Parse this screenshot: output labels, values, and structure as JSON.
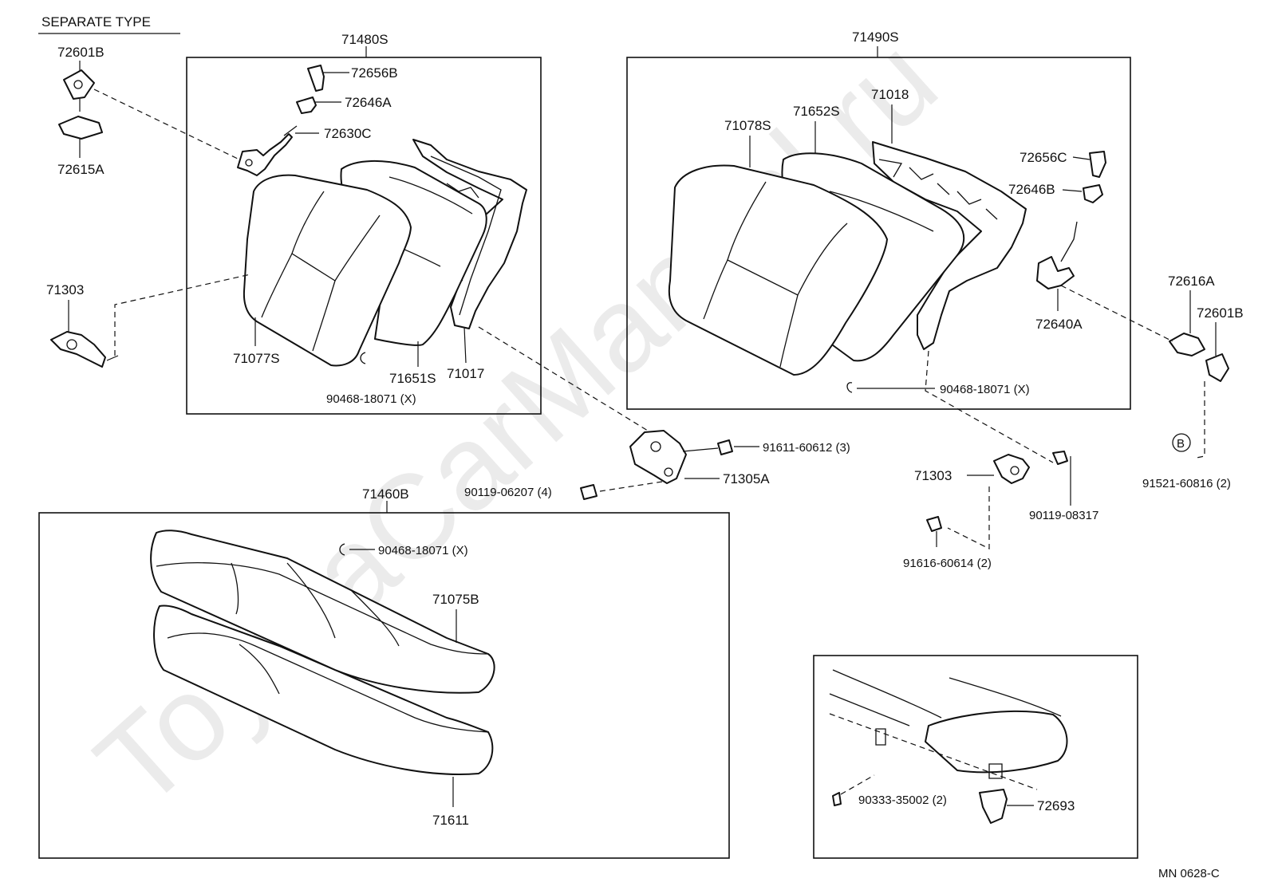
{
  "header": {
    "title": "SEPARATE TYPE"
  },
  "watermark": "ToyotaCarManual.ru",
  "footer": {
    "code": "MN  0628-C"
  },
  "groups": {
    "left_back": "71480S",
    "right_back": "71490S",
    "cushion": "71460B"
  },
  "labels": {
    "p72601B_left": "72601B",
    "p72615A": "72615A",
    "p71303_left": "71303",
    "p72656B": "72656B",
    "p72646A": "72646A",
    "p72630C": "72630C",
    "p71077S": "71077S",
    "p71651S": "71651S",
    "p71017": "71017",
    "p90468_left": "90468-18071 (X)",
    "p71078S": "71078S",
    "p71652S": "71652S",
    "p71018": "71018",
    "p72656C": "72656C",
    "p72646B": "72646B",
    "p72640A": "72640A",
    "p90468_right": "90468-18071 (X)",
    "p72616A": "72616A",
    "p72601B_right": "72601B",
    "pB": "B",
    "p91521": "91521-60816 (2)",
    "p91611": "91611-60612 (3)",
    "p71305A": "71305A",
    "p90119_06207": "90119-06207 (4)",
    "p71303_right": "71303",
    "p90119_08317": "90119-08317",
    "p91616": "91616-60614 (2)",
    "p90468_cushion": "90468-18071 (X)",
    "p71075B": "71075B",
    "p71611": "71611",
    "p90333": "90333-35002 (2)",
    "p72693": "72693"
  }
}
